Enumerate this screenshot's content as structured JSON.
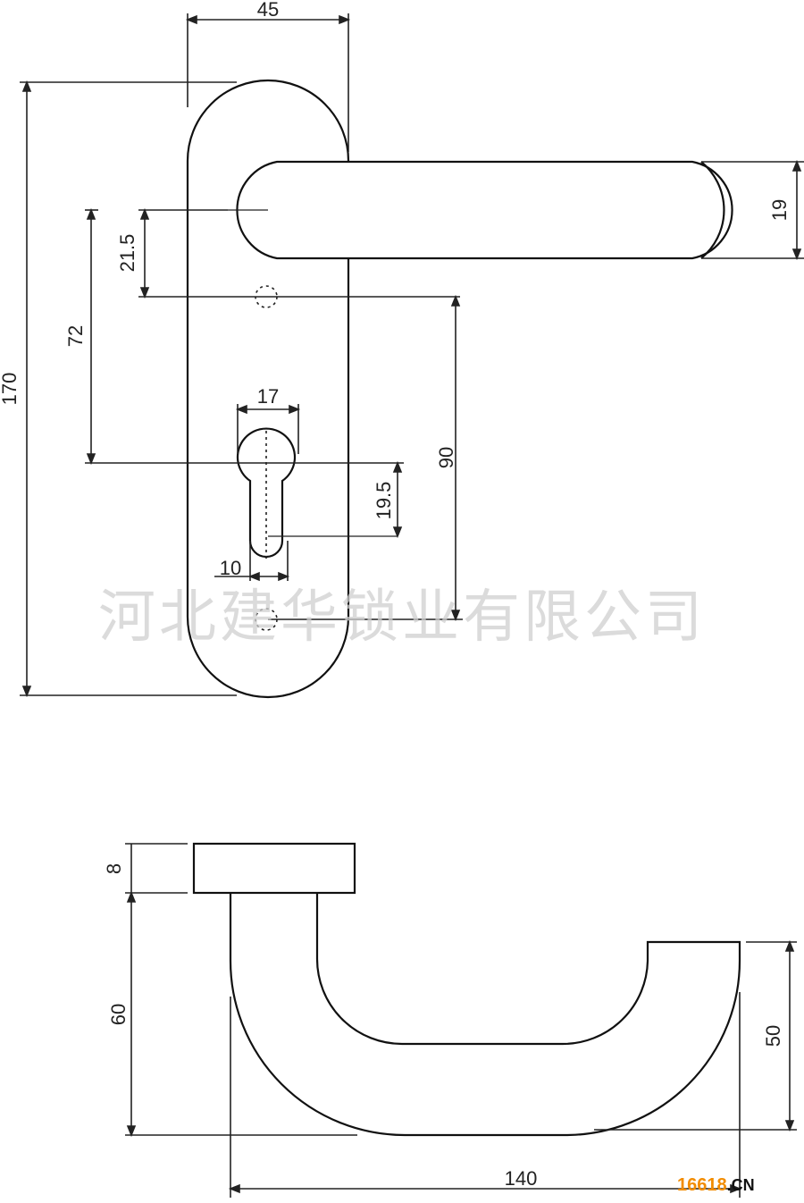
{
  "dimensions": {
    "plate_width": "45",
    "plate_height": "170",
    "lever_thickness": "19",
    "lever_to_screw": "21.5",
    "lever_to_keyhole": "72",
    "screw_spacing": "90",
    "keyhole_width": "17",
    "keyhole_depth": "19.5",
    "keyhole_slot": "10",
    "rose_thickness": "8",
    "lever_drop": "60",
    "lever_tip_height": "50",
    "lever_length": "140"
  },
  "watermark": "河北建华锁业有限公司",
  "logo": {
    "number": "16618",
    "domain": ".CN"
  }
}
